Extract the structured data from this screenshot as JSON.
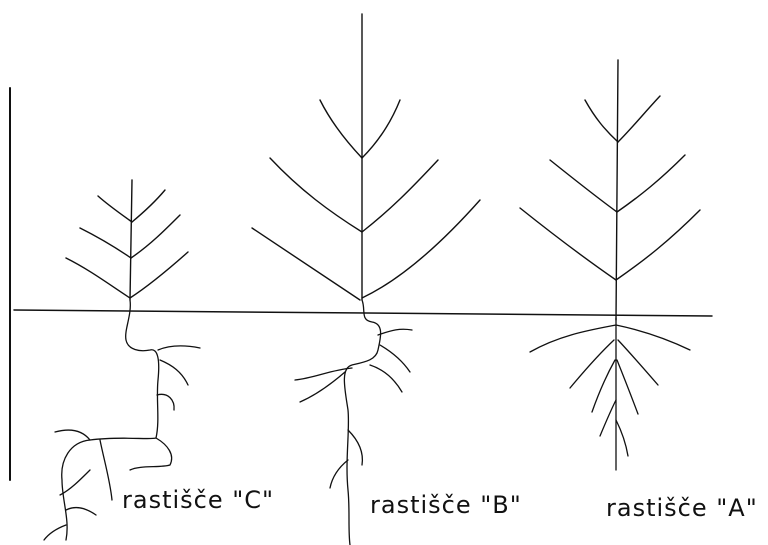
{
  "labels": {
    "site_c": "rastišče \"C\"",
    "site_b": "rastišče \"B\"",
    "site_a": "rastišče \"A\""
  },
  "colors": {
    "ink": "#111111",
    "background": "#ffffff"
  }
}
